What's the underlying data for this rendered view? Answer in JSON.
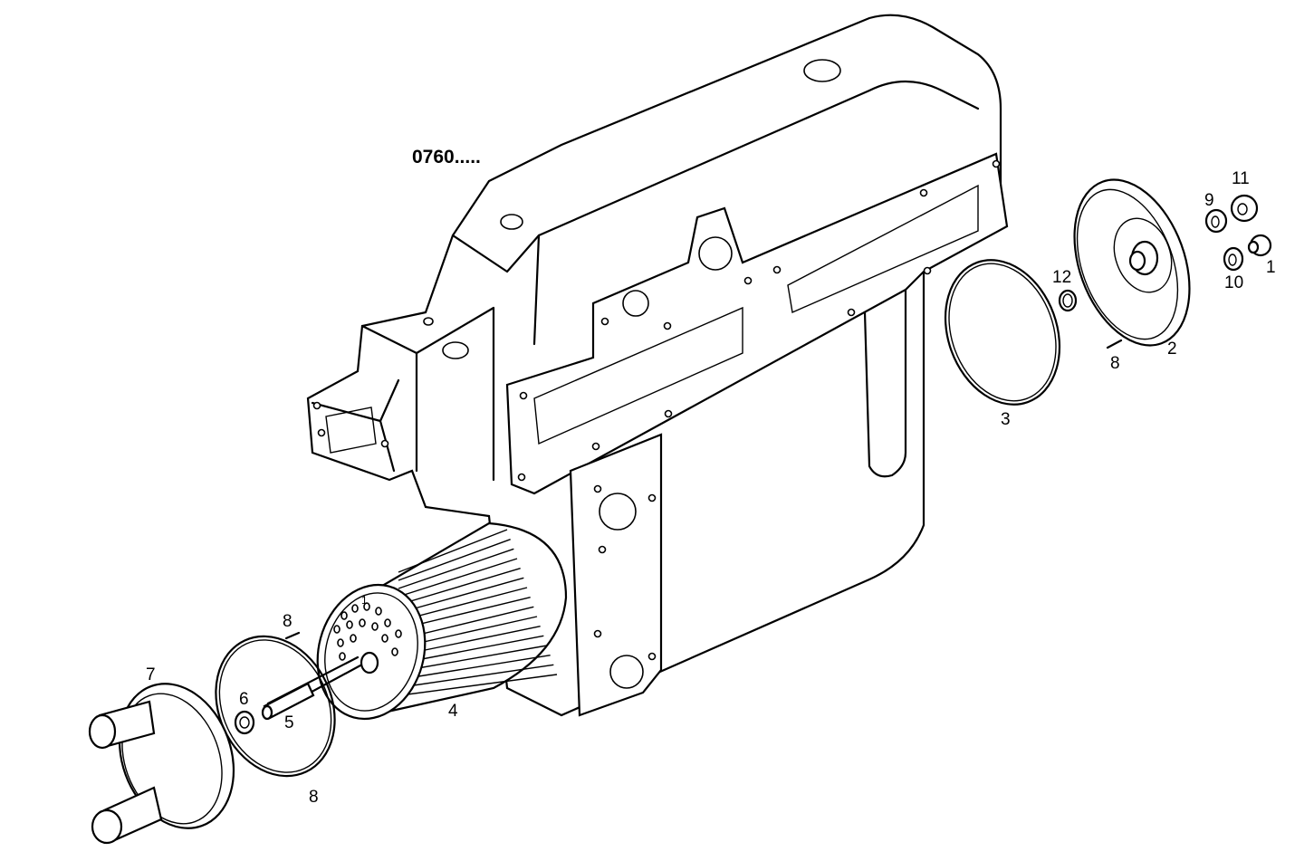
{
  "drawing_code": "0760.....",
  "part_labels": {
    "p1_nut": "1",
    "p1_filter": "1",
    "p2": "2",
    "p3": "3",
    "p4": "4",
    "p5": "5",
    "p6": "6",
    "p7": "7",
    "p8_right": "8",
    "p8_left_top": "8",
    "p8_left_bottom": "8",
    "p9": "9",
    "p10": "10",
    "p11": "11",
    "p12": "12"
  },
  "colors": {
    "line": "#000000",
    "background": "#ffffff"
  }
}
